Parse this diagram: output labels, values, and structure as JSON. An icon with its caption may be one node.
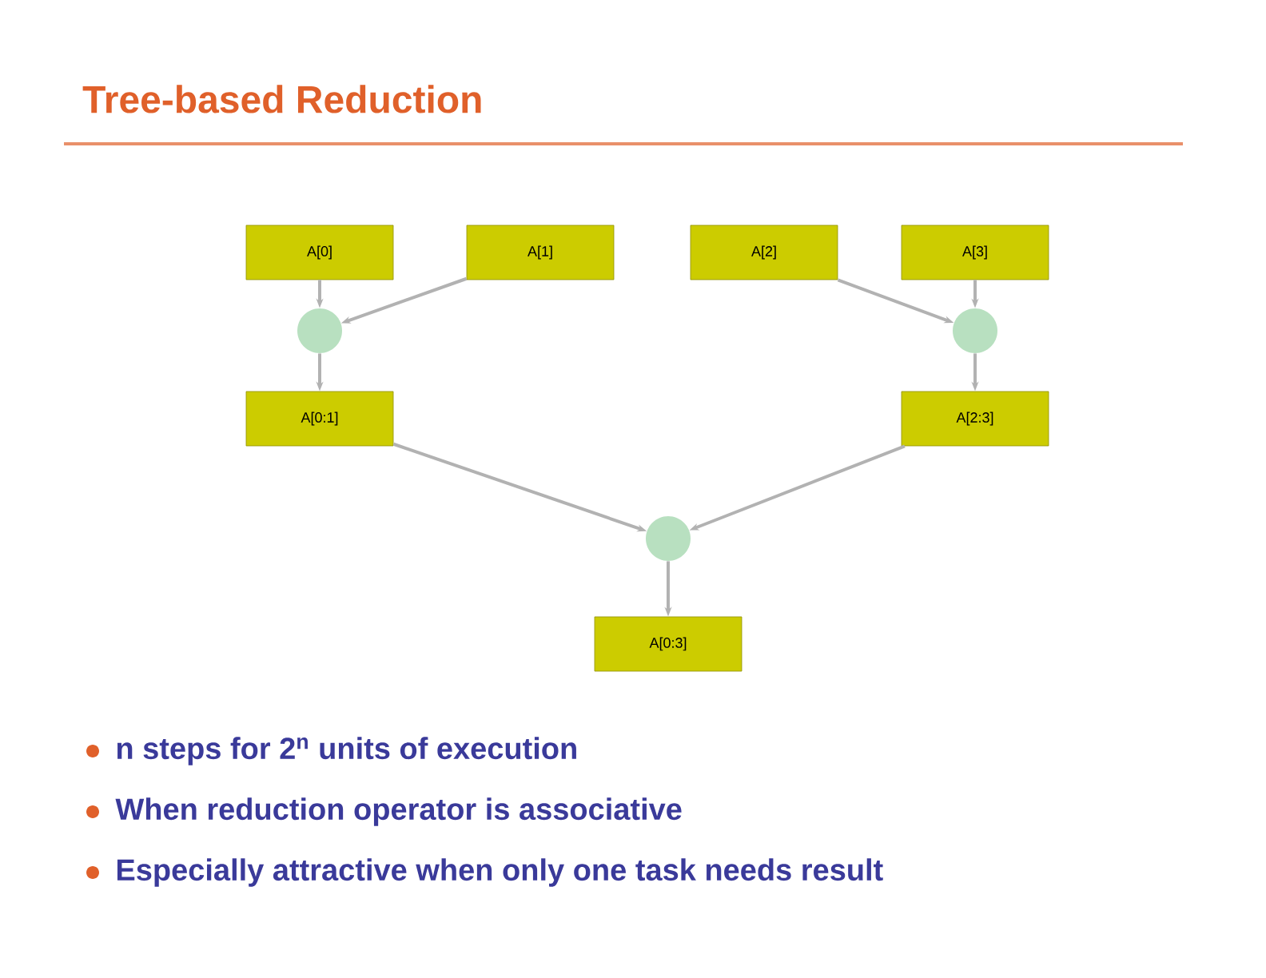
{
  "diagram": {
    "title": "Tree-based Reduction",
    "nodes": [
      {
        "text": [
          "A[0]"
        ]
      },
      {
        "text": [
          "A[1]"
        ]
      },
      {
        "text": [
          "A[2]"
        ]
      },
      {
        "text": [
          "A[3]"
        ]
      },
      {
        "text": [],
        "shape": "circle"
      },
      {
        "text": [],
        "shape": "circle"
      },
      {
        "text": [
          "A[0:1]"
        ]
      },
      {
        "text": [
          "A[2:3]"
        ]
      },
      {
        "text": [],
        "shape": "circle"
      },
      {
        "text": [
          "A[0:3]"
        ]
      }
    ],
    "edges": [
      {
        "from": 0,
        "to": 4,
        "arrow": "to"
      },
      {
        "from": 1,
        "to": 4,
        "arrow": "to"
      },
      {
        "from": 2,
        "to": 5,
        "arrow": "to"
      },
      {
        "from": 3,
        "to": 5,
        "arrow": "to"
      },
      {
        "from": 4,
        "to": 6,
        "arrow": "to"
      },
      {
        "from": 5,
        "to": 7,
        "arrow": "to"
      },
      {
        "from": 6,
        "to": 8,
        "arrow": "to"
      },
      {
        "from": 7,
        "to": 8,
        "arrow": "to"
      },
      {
        "from": 8,
        "to": 9,
        "arrow": "to"
      }
    ],
    "labels": [
      "n steps for 2$^{n}$ units of execution",
      "When reduction operator is associative",
      "Especially attractive when only one task needs result"
    ]
  }
}
